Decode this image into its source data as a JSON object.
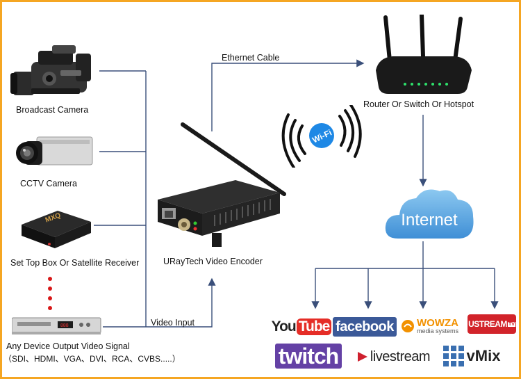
{
  "sources": {
    "broadcast_camera": "Broadcast Camera",
    "cctv_camera": "CCTV Camera",
    "set_top_box": "Set Top Box Or Satellite Receiver",
    "set_top_box_brand": "MXQ",
    "any_device_line1": "Any Device Output Video Signal",
    "any_device_line2": "（SDI、HDMI、VGA、DVI、RCA、CVBS.....）"
  },
  "links": {
    "video_input": "Video Input",
    "ethernet_cable": "Ethernet Cable"
  },
  "encoder": {
    "label": "URayTech Video Encoder"
  },
  "router": {
    "label": "Router Or Switch Or Hotspot"
  },
  "wifi": {
    "label": "Wi-Fi"
  },
  "cloud": {
    "label": "Internet"
  },
  "platforms": {
    "youtube_a": "You",
    "youtube_b": "Tube",
    "facebook": "facebook",
    "wowza_a": "WOWZA",
    "wowza_b": "media systems",
    "ustream": "USTREAM",
    "ustream_tv": "TV",
    "twitch": "twitch",
    "livestream": "livestream",
    "vmix": "vMix"
  },
  "colors": {
    "line": "#3a4f7a",
    "cloud": "#5aa7e0",
    "youtube_red": "#e52d27",
    "facebook_blue": "#3b5998",
    "wowza_orange": "#f29100",
    "ustream_red": "#d2232a",
    "twitch_purple": "#6441a5",
    "livestream_red": "#cf202e",
    "frame_orange": "#f5a623"
  }
}
